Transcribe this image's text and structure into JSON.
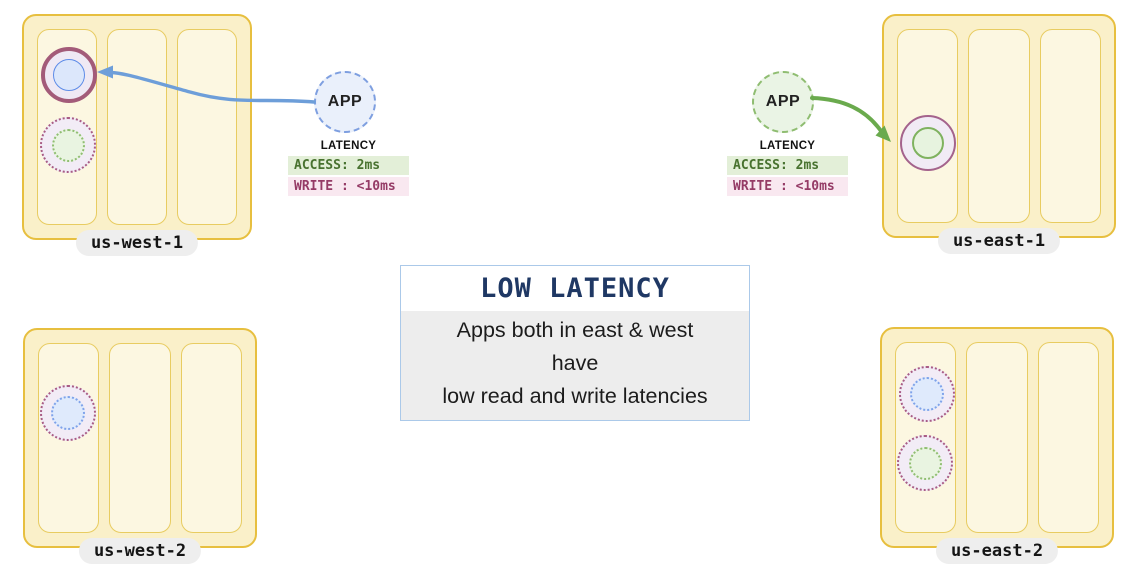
{
  "regions": [
    {
      "name": "us-west-1",
      "label": "us-west-1"
    },
    {
      "name": "us-east-1",
      "label": "us-east-1"
    },
    {
      "name": "us-west-2",
      "label": "us-west-2"
    },
    {
      "name": "us-east-2",
      "label": "us-east-2"
    }
  ],
  "replicas": [
    {
      "region": "us-west-1",
      "style": "solid-thick-ring",
      "core": "blue"
    },
    {
      "region": "us-west-1",
      "style": "dotted-ring",
      "core": "green"
    },
    {
      "region": "us-east-1",
      "style": "solid-thin-ring",
      "core": "green"
    },
    {
      "region": "us-west-2",
      "style": "dotted-ring",
      "core": "blue"
    },
    {
      "region": "us-east-2",
      "style": "dotted-ring",
      "core": "blue"
    },
    {
      "region": "us-east-2",
      "style": "dotted-ring",
      "core": "green"
    }
  ],
  "apps": [
    {
      "label": "APP",
      "side": "west"
    },
    {
      "label": "APP",
      "side": "east"
    }
  ],
  "latency_panels": [
    {
      "title": "LATENCY",
      "access": "ACCESS: 2ms",
      "write": "WRITE : <10ms"
    },
    {
      "title": "LATENCY",
      "access": "ACCESS: 2ms",
      "write": "WRITE : <10ms"
    }
  ],
  "callout": {
    "title": "LOW LATENCY",
    "lines": [
      "Apps both in east & west",
      "have",
      "low read and write latencies"
    ]
  },
  "colors": {
    "region_fill": "#FAF0C9",
    "region_border": "#E7BF3F",
    "zone_fill": "#FCF7E1",
    "zone_border": "#E8CC61",
    "label_pill_bg": "#EEEEEE",
    "arrow_west_blue": "#6D9ED9",
    "arrow_east_green": "#6AAA4D",
    "app_west_fill": "#EAF0FB",
    "app_west_border": "#7E9FE0",
    "app_east_fill": "#EAF4E5",
    "app_east_border": "#8FBD71",
    "access_badge_bg": "#E3EFD8",
    "access_badge_text": "#48722F",
    "write_badge_bg": "#F9E8F0",
    "write_badge_text": "#953B66",
    "callout_border": "#ABC9E9",
    "callout_title_text": "#1F3864",
    "callout_body_bg": "#EDEDED",
    "replica_ring_solid_west": "#A35B79",
    "replica_ring_solid_east": "#A4638C",
    "replica_ring_dotted": "#A85C85",
    "replica_core_blue": "#5C8BE8",
    "replica_core_green": "#7FB25F"
  }
}
